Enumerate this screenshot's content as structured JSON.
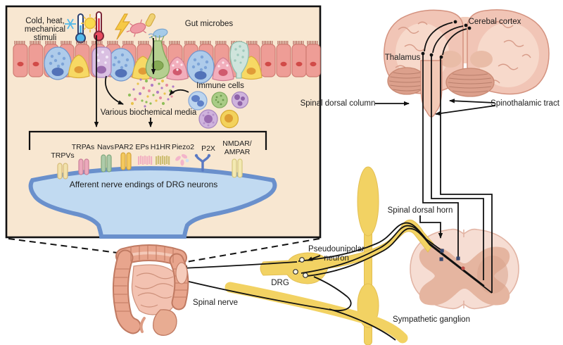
{
  "inset": {
    "stimuli_label": {
      "line1": "Cold, heat,",
      "line2": "mechanical",
      "line3": "stimuli"
    },
    "gut_microbes_label": "Gut microbes",
    "immune_cells_label": "Immune cells",
    "media_label": "Various biochemical media",
    "nerve_ending_label": "Afferent nerve endings of DRG neurons",
    "receptors": [
      {
        "label": "TRPVs",
        "color": "#f2e2ac",
        "stroke": "#d6bb79"
      },
      {
        "label": "TRPAs",
        "color": "#eca9bc",
        "stroke": "#c97f97"
      },
      {
        "label": "Navs",
        "color": "#aecbaa",
        "stroke": "#7fa77c"
      },
      {
        "label": "PAR2",
        "color": "#f4c95e",
        "stroke": "#d3a43c"
      },
      {
        "label": "EPs",
        "color": "#f2b1c1",
        "stroke": "#d3869a"
      },
      {
        "label": "H1HR",
        "color": "#cfbf74",
        "stroke": "#a99a4e"
      },
      {
        "label": "Piezo2",
        "color": "#f3b5ca",
        "stroke": "#d689a6"
      },
      {
        "label": "P2X",
        "color": "#5a79c3",
        "stroke": "#3f5da6"
      },
      {
        "label": "NMDAR/",
        "label2": "AMPAR",
        "color": "#f3e9b2",
        "stroke": "#d5c77f"
      }
    ],
    "colors": {
      "background": "#f8e7d1",
      "membrane_fill": "#c1daf1",
      "membrane_stroke": "#6a90cc"
    }
  },
  "pathway": {
    "cerebral_cortex_label": "Cerebal cortex",
    "thalamus_label": "Thalamus",
    "spinal_dorsal_column_label": "Spinal dorsal column",
    "spinothalamic_tract_label": "Spinothalamic tract",
    "spinal_dorsal_horn_label": "Spinal dorsal horn",
    "pseudounipolar_label": {
      "line1": "Pseudounipolar",
      "line2": "neuron"
    },
    "drg_label": "DRG",
    "spinal_nerve_label": "Spinal nerve",
    "sympathetic_ganglion_label": "Sympathetic ganglion",
    "colors": {
      "nerve_yellow": "#f2d263",
      "cord_fill": "#f6ddd3",
      "gray_matter": "#e5b5a0",
      "brain_fill": "#f1c5b6"
    }
  }
}
